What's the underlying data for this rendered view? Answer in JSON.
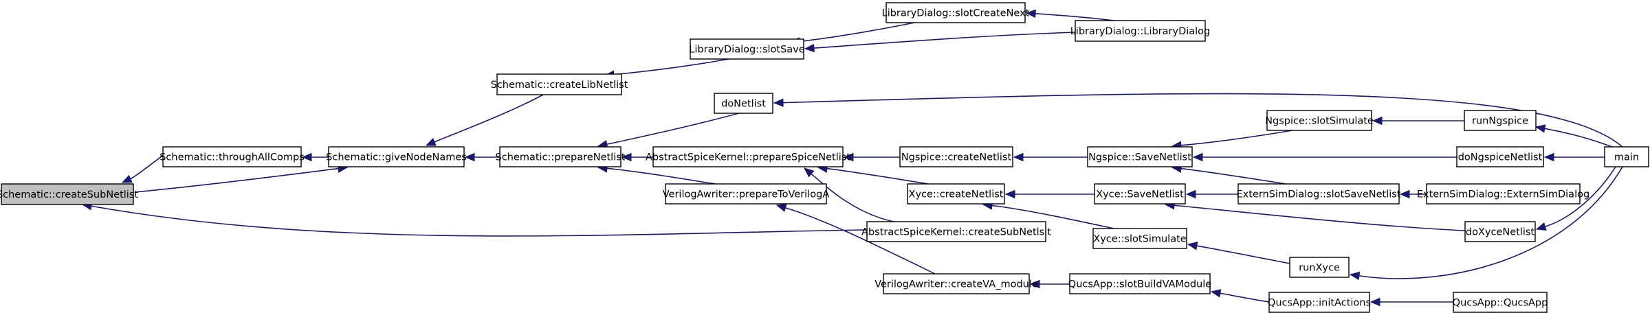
{
  "colors": {
    "edge": "#191970",
    "root_fill": "#bfbfbf",
    "node_fill": "#ffffff",
    "border": "#000000"
  },
  "nodes": [
    {
      "id": "createSubNetlist",
      "label": "Schematic::createSubNetlist",
      "root": true
    },
    {
      "id": "throughAllComps",
      "label": "Schematic::throughAllComps"
    },
    {
      "id": "giveNodeNames",
      "label": "Schematic::giveNodeNames"
    },
    {
      "id": "createLibNetlist",
      "label": "Schematic::createLibNetlist"
    },
    {
      "id": "prepareNetlist",
      "label": "Schematic::prepareNetlist"
    },
    {
      "id": "libSlotSave",
      "label": "LibraryDialog::slotSave"
    },
    {
      "id": "libSlotCreateNext",
      "label": "LibraryDialog::slotCreateNext"
    },
    {
      "id": "libDialog",
      "label": "LibraryDialog::LibraryDialog"
    },
    {
      "id": "doNetlist",
      "label": "doNetlist"
    },
    {
      "id": "prepareSpiceNetlist",
      "label": "AbstractSpiceKernel::prepareSpiceNetlist"
    },
    {
      "id": "prepareToVerilogA",
      "label": "VerilogAwriter::prepareToVerilogA"
    },
    {
      "id": "createSubNetlsit",
      "label": "AbstractSpiceKernel::createSubNetlsit"
    },
    {
      "id": "createVAmodule",
      "label": "VerilogAwriter::createVA_module"
    },
    {
      "id": "ngCreateNetlist",
      "label": "Ngspice::createNetlist"
    },
    {
      "id": "xyceCreateNetlist",
      "label": "Xyce::createNetlist"
    },
    {
      "id": "ngSaveNetlist",
      "label": "Ngspice::SaveNetlist"
    },
    {
      "id": "xyceSaveNetlist",
      "label": "Xyce::SaveNetlist"
    },
    {
      "id": "xyceSlotSimulate",
      "label": "Xyce::slotSimulate"
    },
    {
      "id": "slotBuildVAModule",
      "label": "QucsApp::slotBuildVAModule"
    },
    {
      "id": "ngSlotSimulate",
      "label": "Ngspice::slotSimulate"
    },
    {
      "id": "externSlotSaveNetlist",
      "label": "ExternSimDialog::slotSaveNetlist"
    },
    {
      "id": "runNgspice",
      "label": "runNgspice"
    },
    {
      "id": "doNgspiceNetlist",
      "label": "doNgspiceNetlist"
    },
    {
      "id": "externSimDialog",
      "label": "ExternSimDialog::ExternSimDialog"
    },
    {
      "id": "doXyceNetlist",
      "label": "doXyceNetlist"
    },
    {
      "id": "runXyce",
      "label": "runXyce"
    },
    {
      "id": "initActions",
      "label": "QucsApp::initActions"
    },
    {
      "id": "qucsApp",
      "label": "QucsApp::QucsApp"
    },
    {
      "id": "main",
      "label": "main"
    }
  ],
  "edges": [
    {
      "from": "throughAllComps",
      "to": "createSubNetlist"
    },
    {
      "from": "giveNodeNames",
      "to": "createSubNetlist"
    },
    {
      "from": "createSubNetlsit",
      "to": "createSubNetlist"
    },
    {
      "from": "giveNodeNames",
      "to": "throughAllComps"
    },
    {
      "from": "createLibNetlist",
      "to": "giveNodeNames"
    },
    {
      "from": "prepareNetlist",
      "to": "giveNodeNames"
    },
    {
      "from": "libSlotSave",
      "to": "createLibNetlist"
    },
    {
      "from": "libSlotCreateNext",
      "to": "libSlotSave"
    },
    {
      "from": "libDialog",
      "to": "libSlotSave"
    },
    {
      "from": "libDialog",
      "to": "libSlotCreateNext"
    },
    {
      "from": "doNetlist",
      "to": "prepareNetlist"
    },
    {
      "from": "prepareSpiceNetlist",
      "to": "prepareNetlist"
    },
    {
      "from": "prepareToVerilogA",
      "to": "prepareNetlist"
    },
    {
      "from": "main",
      "to": "doNetlist"
    },
    {
      "from": "ngCreateNetlist",
      "to": "prepareSpiceNetlist"
    },
    {
      "from": "xyceCreateNetlist",
      "to": "prepareSpiceNetlist"
    },
    {
      "from": "createSubNetlsit",
      "to": "prepareSpiceNetlist"
    },
    {
      "from": "createVAmodule",
      "to": "prepareToVerilogA"
    },
    {
      "from": "ngSaveNetlist",
      "to": "ngCreateNetlist"
    },
    {
      "from": "xyceSaveNetlist",
      "to": "xyceCreateNetlist"
    },
    {
      "from": "xyceSlotSimulate",
      "to": "xyceCreateNetlist"
    },
    {
      "from": "slotBuildVAModule",
      "to": "createVAmodule"
    },
    {
      "from": "ngSlotSimulate",
      "to": "ngSaveNetlist"
    },
    {
      "from": "doNgspiceNetlist",
      "to": "ngSaveNetlist"
    },
    {
      "from": "externSlotSaveNetlist",
      "to": "ngSaveNetlist"
    },
    {
      "from": "externSlotSaveNetlist",
      "to": "xyceSaveNetlist"
    },
    {
      "from": "doXyceNetlist",
      "to": "xyceSaveNetlist"
    },
    {
      "from": "runXyce",
      "to": "xyceSlotSimulate"
    },
    {
      "from": "initActions",
      "to": "slotBuildVAModule"
    },
    {
      "from": "runNgspice",
      "to": "ngSlotSimulate"
    },
    {
      "from": "externSimDialog",
      "to": "externSlotSaveNetlist"
    },
    {
      "from": "main",
      "to": "doNgspiceNetlist"
    },
    {
      "from": "main",
      "to": "doXyceNetlist"
    },
    {
      "from": "main",
      "to": "runNgspice"
    },
    {
      "from": "main",
      "to": "runXyce"
    },
    {
      "from": "qucsApp",
      "to": "initActions"
    }
  ]
}
